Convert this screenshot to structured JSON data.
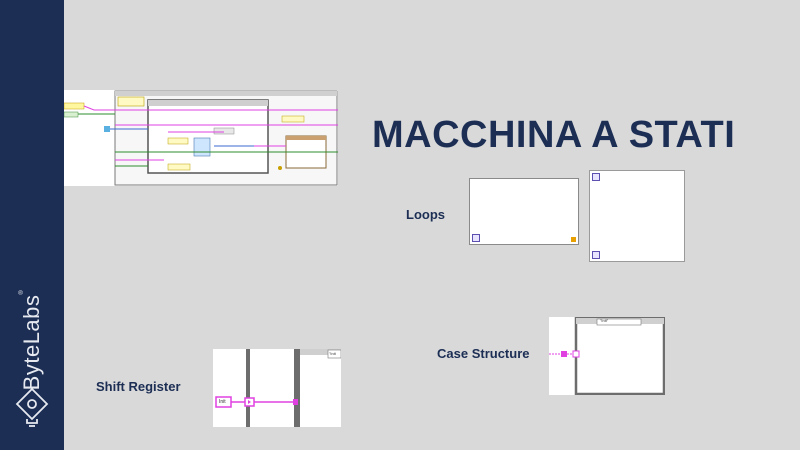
{
  "slide": {
    "title": "MACCHINA A STATI",
    "loops_label": "Loops",
    "case_label": "Case Structure",
    "shift_label": "Shift Register"
  },
  "brand": {
    "name": "ByteLabs"
  },
  "case_structure": {
    "selector": "\"Init\""
  },
  "shift_register": {
    "constant": "Init",
    "selector": "\"Init"
  },
  "colors": {
    "sidebar": "#1c2e54",
    "background": "#d9d9d9",
    "title": "#1c2e54",
    "wire_pink": "#e040e0",
    "wire_green": "#2e8b2e",
    "frame": "#6d6d6d"
  }
}
